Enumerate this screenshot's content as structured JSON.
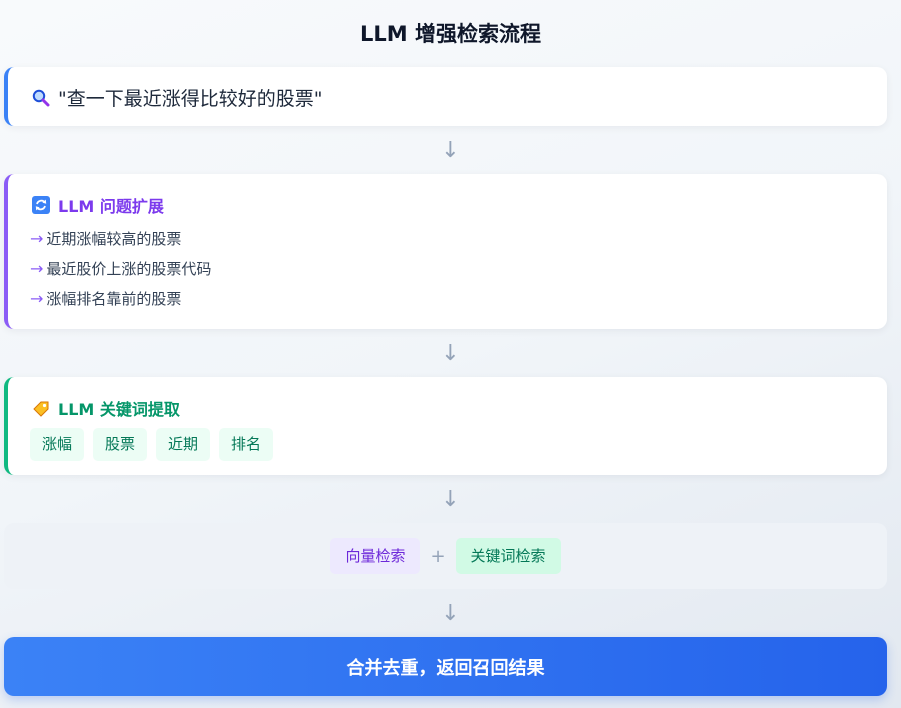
{
  "title": "LLM 增强检索流程",
  "query": {
    "icon": "magnifier-icon",
    "text": "\"查一下最近涨得比较好的股票\""
  },
  "arrow_glyph": "↓",
  "expansion": {
    "icon": "refresh-icon",
    "heading": "LLM 问题扩展",
    "bullet": "→",
    "items": [
      "近期涨幅较高的股票",
      "最近股价上涨的股票代码",
      "涨幅排名靠前的股票"
    ]
  },
  "keywords": {
    "icon": "tag-icon",
    "heading": "LLM 关键词提取",
    "tags": [
      "涨幅",
      "股票",
      "近期",
      "排名"
    ]
  },
  "search": {
    "vector_label": "向量检索",
    "plus": "+",
    "keyword_label": "关键词检索"
  },
  "result": {
    "label": "合并去重，返回召回结果"
  },
  "colors": {
    "primary": "#3b82f6",
    "expansion": "#8b5cf6",
    "keywords": "#10b981"
  }
}
